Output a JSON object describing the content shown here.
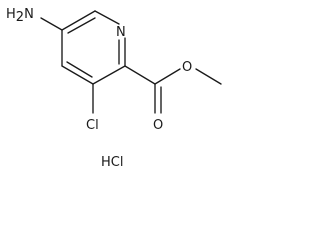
{
  "molecule": {
    "label_amino_n": "H",
    "label_amino_sub": "2",
    "label_amino_tail": "N",
    "label_ring_n": "N",
    "label_cl": "Cl",
    "label_carbonyl_o": "O",
    "label_ester_o": "O",
    "label_hcl": "HCl"
  },
  "colors": {
    "ink": "#1a1a1a",
    "background": "#ffffff"
  }
}
